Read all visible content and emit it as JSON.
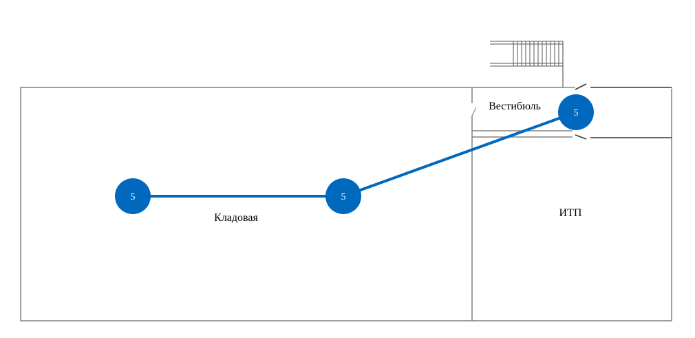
{
  "rooms": {
    "storage": "Кладовая",
    "vestibule": "Вестибюль",
    "itp": "ИТП"
  },
  "nodes": [
    {
      "id": "node-1",
      "label": "5"
    },
    {
      "id": "node-2",
      "label": "5"
    },
    {
      "id": "node-3",
      "label": "5"
    }
  ],
  "colors": {
    "route": "#0068bd",
    "node_fill": "#0068bd",
    "node_text": "#ffffff",
    "wall": "#6b6b6b"
  }
}
